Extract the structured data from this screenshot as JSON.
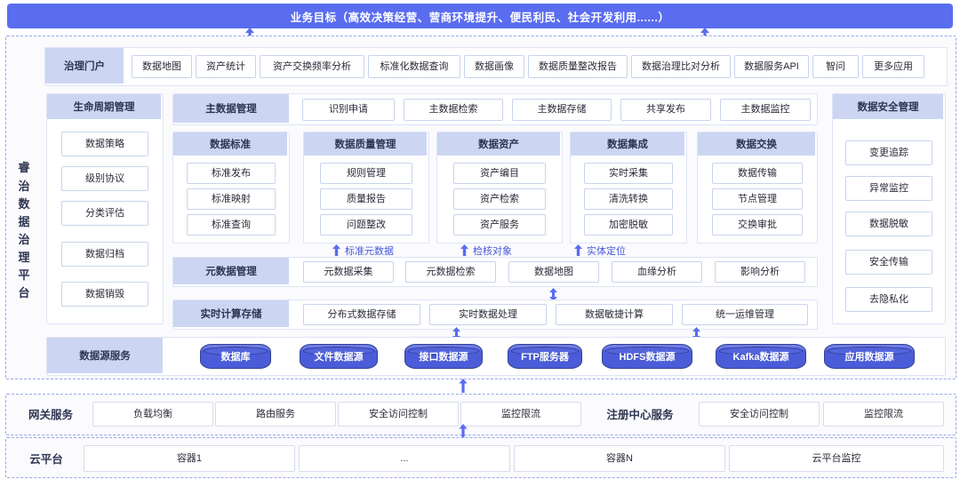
{
  "banner": {
    "title": "业务目标（高效决策经营、营商环境提升、便民利民、社会开发利用......）"
  },
  "platform": {
    "vertical_label": "睿治数据治理平台",
    "vertical_chars": [
      "睿",
      "治",
      "数",
      "据",
      "治",
      "理",
      "平",
      "台"
    ]
  },
  "portal": {
    "label": "治理门户",
    "apps": [
      "数据地图",
      "资产统计",
      "资产交换频率分析",
      "标准化数据查询",
      "数据画像",
      "数据质量整改报告",
      "数据治理比对分析",
      "数据服务API",
      "智问",
      "更多应用"
    ]
  },
  "lifecycle": {
    "title": "生命周期管理",
    "items": [
      "数据策略",
      "级别协议",
      "分类评估",
      "数据归档",
      "数据销毁"
    ]
  },
  "master_data": {
    "title": "主数据管理",
    "items": [
      "识别申请",
      "主数据检索",
      "主数据存储",
      "共享发布",
      "主数据监控"
    ]
  },
  "security": {
    "title": "数据安全管理",
    "items": [
      "变更追踪",
      "异常监控",
      "数据脱敏",
      "安全传输",
      "去隐私化"
    ]
  },
  "groups": [
    {
      "title": "数据标准",
      "items": [
        "标准发布",
        "标准映射",
        "标准查询"
      ]
    },
    {
      "title": "数据质量管理",
      "items": [
        "规则管理",
        "质量报告",
        "问题整改"
      ]
    },
    {
      "title": "数据资产",
      "items": [
        "资产编目",
        "资产检索",
        "资产服务"
      ]
    },
    {
      "title": "数据集成",
      "items": [
        "实时采集",
        "清洗转换",
        "加密脱敏"
      ]
    },
    {
      "title": "数据交换",
      "items": [
        "数据传输",
        "节点管理",
        "交换审批"
      ]
    }
  ],
  "annotations": [
    "标准元数据",
    "检核对象",
    "实体定位"
  ],
  "metadata": {
    "title": "元数据管理",
    "items": [
      "元数据采集",
      "元数据检索",
      "数据地图",
      "血缘分析",
      "影响分析"
    ]
  },
  "compute": {
    "title": "实时计算存储",
    "items": [
      "分布式数据存储",
      "实时数据处理",
      "数据敏捷计算",
      "统一运维管理"
    ]
  },
  "datasource": {
    "title": "数据源服务",
    "items": [
      "数据库",
      "文件数据源",
      "接口数据源",
      "FTP服务器",
      "HDFS数据源",
      "Kafka数据源",
      "应用数据源"
    ]
  },
  "gateway": {
    "label": "网关服务",
    "items": [
      "负载均衡",
      "路由服务",
      "安全访问控制",
      "监控限流"
    ],
    "registry_label": "注册中心服务",
    "registry_items": [
      "安全访问控制",
      "监控限流"
    ]
  },
  "cloud": {
    "label": "云平台",
    "items": [
      "容器1",
      "...",
      "容器N",
      "云平台监控"
    ]
  },
  "colors": {
    "banner": "#5a6cf0",
    "group_header": "#ccd6f3",
    "cylinder": "#4a5cd8",
    "arrow": "#5a6cf0",
    "annotation": "#4558d8",
    "dashed_border": "#9aa8e8"
  }
}
